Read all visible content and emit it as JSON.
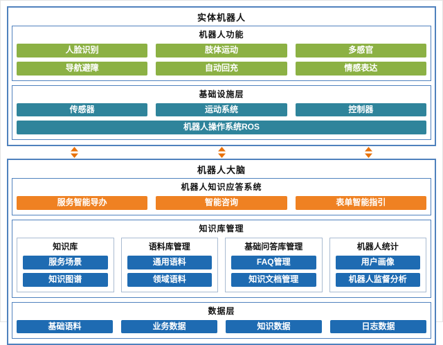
{
  "colors": {
    "border_blue": "#4F81BD",
    "function_green": "#8CB144",
    "infrastructure_teal": "#2F849B",
    "qa_orange": "#EF8122",
    "data_blue": "#1E6BB2",
    "arrow_orange": "#E8710A"
  },
  "icons": {
    "connector": "double-vertical-arrow"
  },
  "physical_robot": {
    "title": "实体机器人",
    "functions": {
      "title": "机器人功能",
      "rows": [
        [
          "人脸识别",
          "肢体运动",
          "多感官"
        ],
        [
          "导航避障",
          "自动回充",
          "情感表达"
        ]
      ]
    },
    "infrastructure": {
      "title": "基础设施层",
      "items": [
        "传感器",
        "运动系统",
        "控制器"
      ],
      "os": "机器人操作系统ROS"
    }
  },
  "brain": {
    "title": "机器人大脑",
    "qa_system": {
      "title": "机器人知识应答系统",
      "items": [
        "服务智能导办",
        "智能咨询",
        "表单智能指引"
      ]
    },
    "knowledge_mgmt": {
      "title": "知识库管理",
      "columns": [
        {
          "title": "知识库",
          "items": [
            "服务场景",
            "知识图谱"
          ]
        },
        {
          "title": "语料库管理",
          "items": [
            "通用语料",
            "领域语料"
          ]
        },
        {
          "title": "基础问答库管理",
          "items": [
            "FAQ管理",
            "知识文档管理"
          ]
        },
        {
          "title": "机器人统计",
          "items": [
            "用户画像",
            "机器人监督分析"
          ]
        }
      ]
    },
    "data_layer": {
      "title": "数据层",
      "items": [
        "基础语料",
        "业务数据",
        "知识数据",
        "日志数据"
      ]
    }
  }
}
